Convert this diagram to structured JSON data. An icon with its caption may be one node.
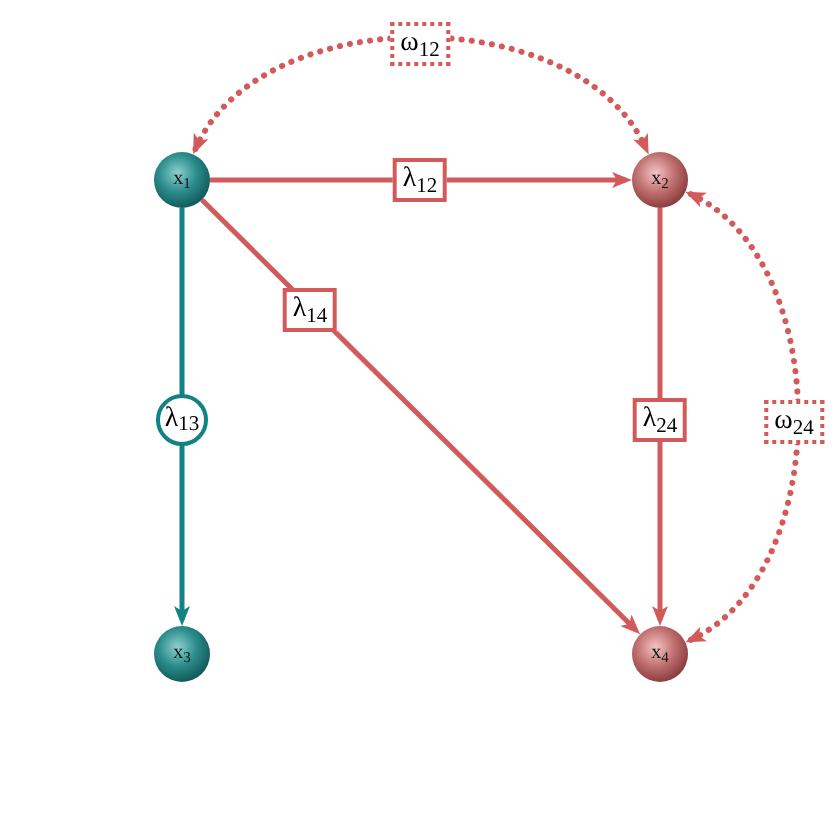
{
  "diagram": {
    "nodes": [
      {
        "text": [
          "x$_{1}$"
        ]
      },
      {
        "text": [
          "x$_{2}$"
        ]
      },
      {
        "text": [
          "x$_{3}$"
        ]
      },
      {
        "text": [
          "x$_{4}$"
        ]
      }
    ],
    "edges": [
      {
        "from": 0,
        "to": 1,
        "arrow": "to",
        "label": "λ$_{12}$"
      },
      {
        "from": 0,
        "to": 3,
        "arrow": "to",
        "label": "λ$_{14}$"
      },
      {
        "from": 0,
        "to": 2,
        "arrow": "to",
        "label": "λ$_{13}$",
        "color": "#128282"
      },
      {
        "from": 1,
        "to": 3,
        "arrow": "to",
        "label": "λ$_{24}$"
      },
      {
        "from": 0,
        "to": 1,
        "arrow": "both",
        "label": "ω$_{12}$",
        "style": "dashed"
      },
      {
        "from": 1,
        "to": 3,
        "arrow": "both",
        "label": "ω$_{24}$",
        "style": "dashed"
      }
    ]
  }
}
